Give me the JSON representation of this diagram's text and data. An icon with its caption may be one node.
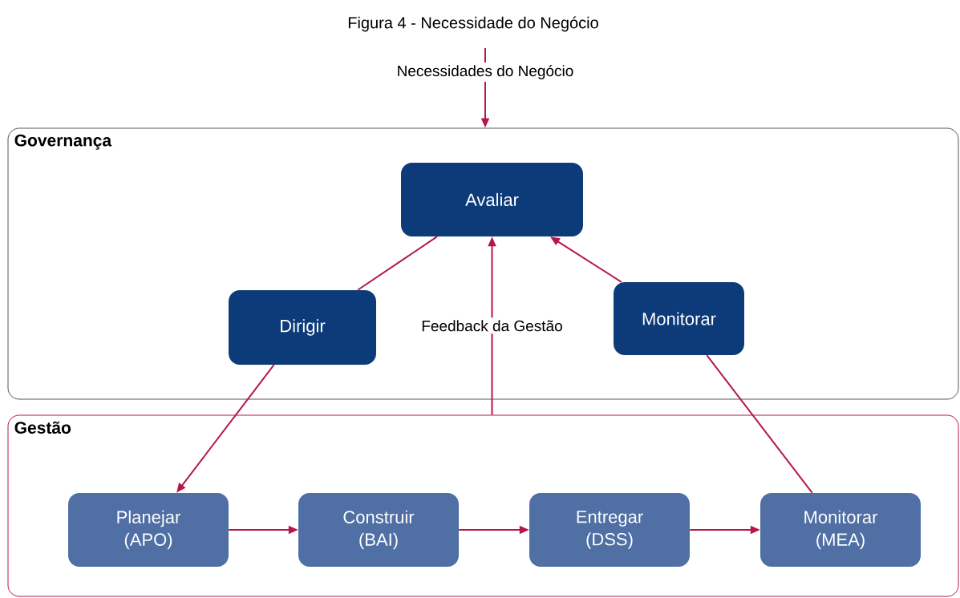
{
  "diagram": {
    "title": "Figura 4 - Necessidade do Negócio",
    "nodes": [
      {
        "text": [
          "Governança"
        ]
      },
      {
        "text": [
          "Avaliar"
        ],
        "in": 0
      },
      {
        "text": [
          "Dirigir"
        ],
        "in": 0
      },
      {
        "text": [
          "Monitorar"
        ],
        "in": 0
      },
      {
        "text": [
          "Gestão"
        ]
      },
      {
        "text": [
          "Planejar (APO)"
        ],
        "in": 4
      },
      {
        "text": [
          "Construir (BAI)"
        ],
        "in": 4
      },
      {
        "text": [
          "Entregar (DSS)"
        ],
        "in": 4
      },
      {
        "text": [
          "Monitorar (MEA)"
        ],
        "in": 4
      }
    ],
    "edges": [
      {
        "from": null,
        "to": 0,
        "arrow": "to",
        "label": "Necessidades do Negócio"
      },
      {
        "from": 1,
        "to": 2,
        "arrow": "none"
      },
      {
        "from": 2,
        "to": 5,
        "arrow": "to"
      },
      {
        "from": 4,
        "to": 1,
        "arrow": "to",
        "label": "Feedback da Gestão"
      },
      {
        "from": 8,
        "to": 3,
        "arrow": "none"
      },
      {
        "from": 3,
        "to": 1,
        "arrow": "to"
      },
      {
        "from": 5,
        "to": 6,
        "arrow": "to"
      },
      {
        "from": 6,
        "to": 7,
        "arrow": "to"
      },
      {
        "from": 7,
        "to": 8,
        "arrow": "to"
      }
    ]
  }
}
